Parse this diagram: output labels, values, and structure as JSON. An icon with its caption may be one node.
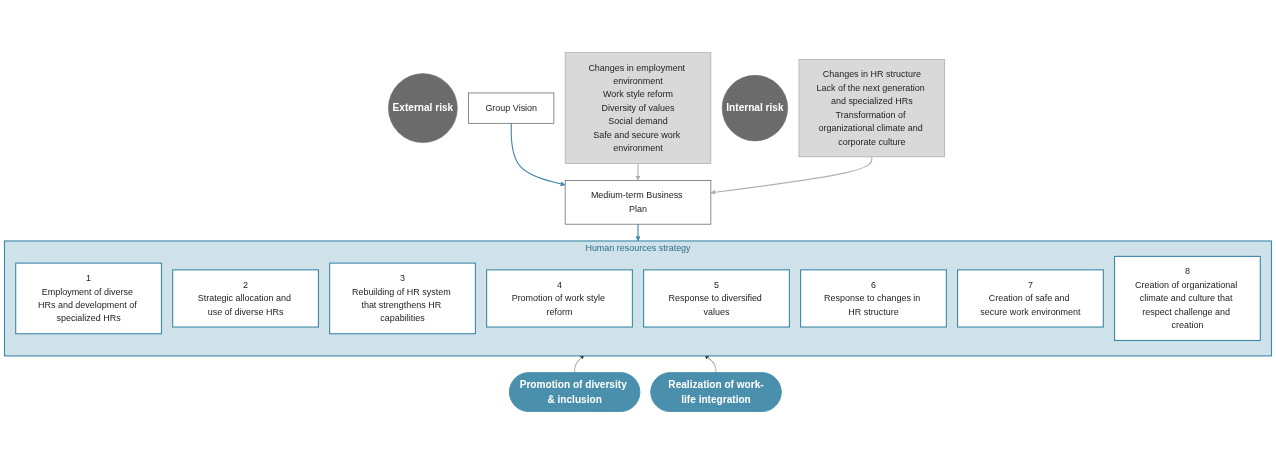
{
  "diagram": {
    "nodes": [
      {
        "text": [
          "Group Vision"
        ]
      },
      {
        "text": [
          "Medium-term Business Plan"
        ]
      },
      {
        "text": [
          "External risk"
        ]
      },
      {
        "text": [
          "Changes in employment environment",
          "Work style reform",
          "Diversity of values",
          "Social demand",
          "Safe and secure work environment"
        ]
      },
      {
        "text": [
          "Internal risk"
        ]
      },
      {
        "text": [
          "Changes in HR structure",
          "Lack of the next generation and specialized HRs",
          "Transformation of organizational climate and corporate culture"
        ]
      },
      {
        "text": [
          "Human resources strategy"
        ]
      },
      {
        "text": [
          "1",
          "Employment of diverse HRs and development of specialized HRs"
        ],
        "in": 6
      },
      {
        "text": [
          "2",
          "Strategic allocation and use of diverse HRs"
        ],
        "in": 6
      },
      {
        "text": [
          "3",
          "Rebuilding of HR system that strengthens HR capabilities"
        ],
        "in": 6
      },
      {
        "text": [
          "4",
          "Promotion of work style reform"
        ],
        "in": 6
      },
      {
        "text": [
          "5",
          "Response to diversified values"
        ],
        "in": 6
      },
      {
        "text": [
          "6",
          "Response to changes in HR structure"
        ],
        "in": 6
      },
      {
        "text": [
          "7",
          "Creation of safe and secure work environment"
        ],
        "in": 6
      },
      {
        "text": [
          "8",
          "Creation of organizational climate and culture that respect challenge and creation"
        ],
        "in": 6
      },
      {
        "text": [
          "Promotion of diversity & inclusion"
        ]
      },
      {
        "text": [
          "Realization of work-life integration"
        ]
      }
    ],
    "edges": [
      {
        "from": 0,
        "to": 1,
        "arrow": "to",
        "color": "#3d8aa8"
      },
      {
        "from": 3,
        "to": 1,
        "arrow": "to"
      },
      {
        "from": 5,
        "to": 1,
        "arrow": "to"
      },
      {
        "from": 1,
        "to": 6,
        "arrow": "to",
        "color": "#3d8aa8"
      },
      {
        "from": 15,
        "to": 6,
        "arrow": "to"
      },
      {
        "from": 16,
        "to": 6,
        "arrow": "to"
      }
    ]
  }
}
